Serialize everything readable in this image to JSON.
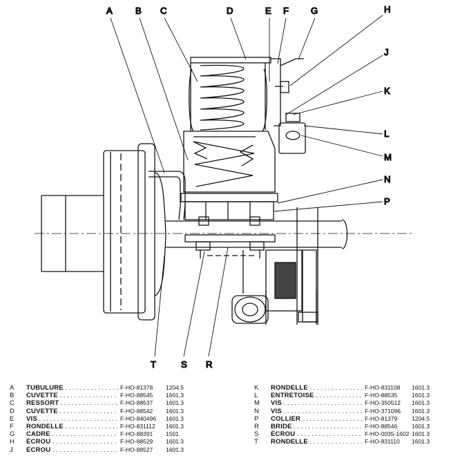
{
  "callouts": [
    "A",
    "B",
    "C",
    "D",
    "E",
    "F",
    "G",
    "H",
    "J",
    "K",
    "L",
    "M",
    "N",
    "P",
    "R",
    "S",
    "T"
  ],
  "parts_left": [
    {
      "letter": "A",
      "name": "TUBULURE",
      "ref": "F-HO-81378",
      "code": "1204.5"
    },
    {
      "letter": "B",
      "name": "CUVETTE",
      "ref": "F-HO-88545",
      "code": "1601.3"
    },
    {
      "letter": "C",
      "name": "RESSORT",
      "ref": "F-HO-88537",
      "code": "1601.3"
    },
    {
      "letter": "D",
      "name": "CUVETTE",
      "ref": "F-HO-88542",
      "code": "1601.3"
    },
    {
      "letter": "E",
      "name": "VIS",
      "ref": "F-HO-840496",
      "code": "1601.3"
    },
    {
      "letter": "F",
      "name": "RONDELLE",
      "ref": "F-HO-831112",
      "code": "1601.3"
    },
    {
      "letter": "G",
      "name": "CADRE",
      "ref": "F-HO-88391",
      "code": "1501"
    },
    {
      "letter": "H",
      "name": "ÉCROU",
      "ref": "F-HO-88529",
      "code": "1601.3"
    },
    {
      "letter": "J",
      "name": "ÉCROU",
      "ref": "F-HO-88527",
      "code": "1601.3"
    }
  ],
  "parts_right": [
    {
      "letter": "K",
      "name": "RONDELLE",
      "ref": "F-HO-831108",
      "code": "1601.3"
    },
    {
      "letter": "L",
      "name": "ENTRETOISE",
      "ref": "F-HO-88535",
      "code": "1601.3"
    },
    {
      "letter": "M",
      "name": "VIS",
      "ref": "F-HO-350512",
      "code": "1601.3"
    },
    {
      "letter": "N",
      "name": "VIS",
      "ref": "F-HO-371096",
      "code": "1601.3"
    },
    {
      "letter": "P",
      "name": "COLLIER",
      "ref": "F-HO-81379",
      "code": "1204.5"
    },
    {
      "letter": "R",
      "name": "BRIDE",
      "ref": "F-HO-88546",
      "code": "1601.3"
    },
    {
      "letter": "S",
      "name": "ÉCROU",
      "ref": "F-HO-0035-1602",
      "code": "1601.3"
    },
    {
      "letter": "T",
      "name": "RONDELLE",
      "ref": "F-HO-831110",
      "code": "1601.3"
    }
  ]
}
